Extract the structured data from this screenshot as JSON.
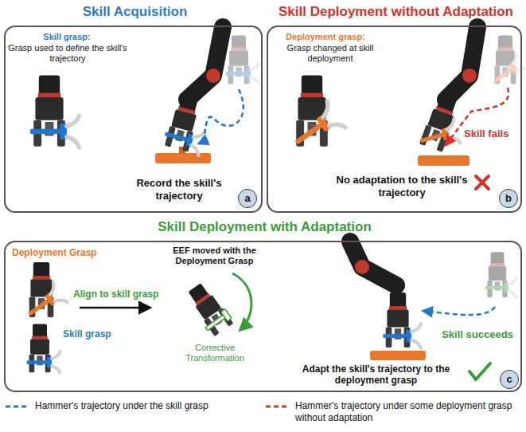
{
  "diagram": {
    "nodes": [
      {
        "text": [
          "Skill Acquisition",
          "Skill grasp:",
          "Grasp used to define the skill's trajectory",
          "Record the skill's trajectory"
        ]
      },
      {
        "text": [
          "a"
        ],
        "in": 0
      },
      {
        "text": [
          "Skill Deployment without Adaptation",
          "Deployment grasp:",
          "Grasp changed at skill deployment",
          "Skill fails",
          "No adaptation to the skill's trajectory"
        ]
      },
      {
        "text": [
          "b"
        ],
        "in": 2
      },
      {
        "text": [
          "Skill Deployment with Adaptation",
          "Deployment Grasp",
          "EEF moved with the Deployment Grasp",
          "Align to skill grasp",
          "Skill grasp",
          "Corrective Transformation",
          "Skill succeeds",
          "Adapt the skill's trajectory to the deployment grasp"
        ]
      },
      {
        "text": [
          "c"
        ],
        "in": 4
      }
    ],
    "legend": [
      {
        "text": "Hammer's trajectory under the skill grasp"
      },
      {
        "text": "Hammer's trajectory under some deployment grasp without adaptation"
      }
    ]
  }
}
